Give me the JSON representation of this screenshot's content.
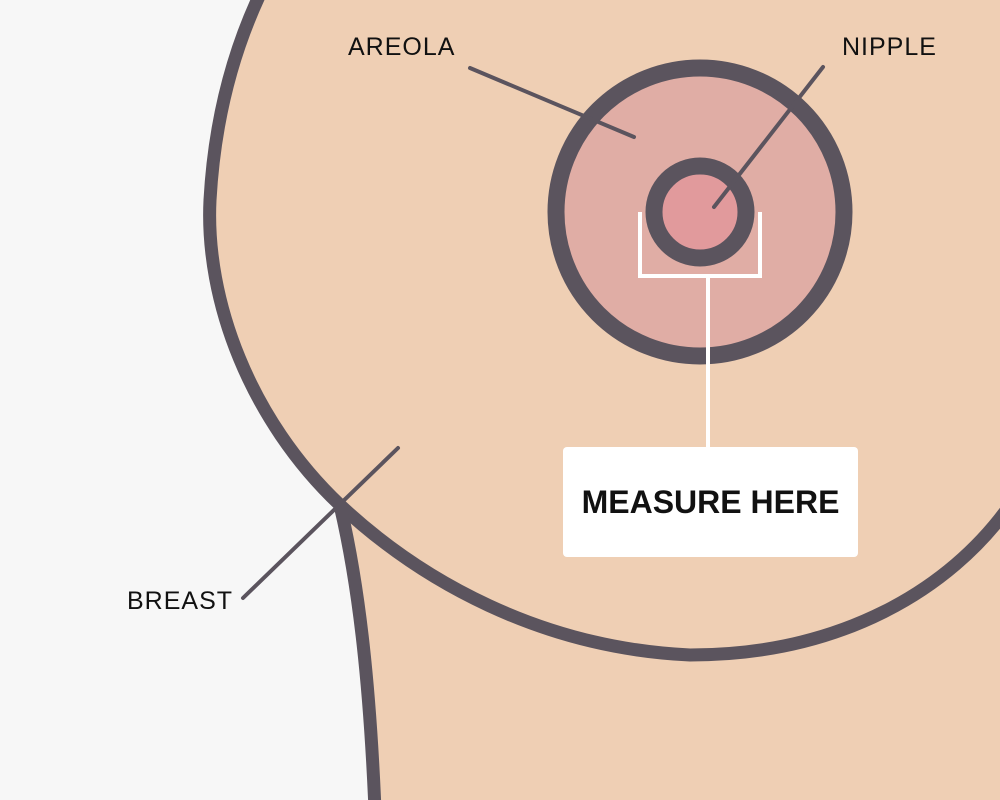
{
  "labels": {
    "areola": "AREOLA",
    "nipple": "NIPPLE",
    "breast": "BREAST",
    "measure": "MEASURE HERE"
  },
  "colors": {
    "background": "#f7f7f7",
    "skin": "#efcfb4",
    "outline": "#5b545e",
    "areola": "#e0ada5",
    "nipple": "#e19a9c",
    "measure_box": "#ffffff",
    "text": "#111111"
  }
}
